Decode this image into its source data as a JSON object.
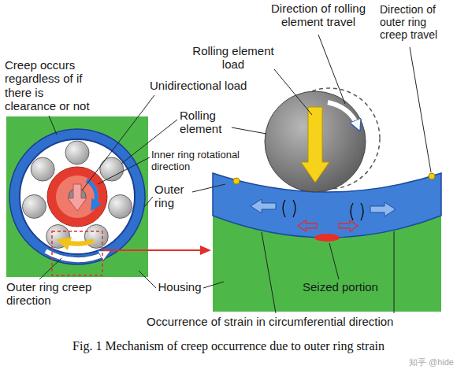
{
  "diagram": {
    "caption": "Fig. 1 Mechanism of creep occurrence due to outer ring strain",
    "labels": [
      "Creep occurs regardless of if there is clearance or not",
      "Direction of rolling element travel",
      "Direction of outer ring creep travel",
      "Rolling element load",
      "Unidirectional load",
      "Rolling element",
      "Inner ring rotational direction",
      "Outer ring",
      "Outer ring creep direction",
      "Housing",
      "Seized portion",
      "Occurrence of strain in circumferential direction",
      "知乎 @hide"
    ]
  }
}
